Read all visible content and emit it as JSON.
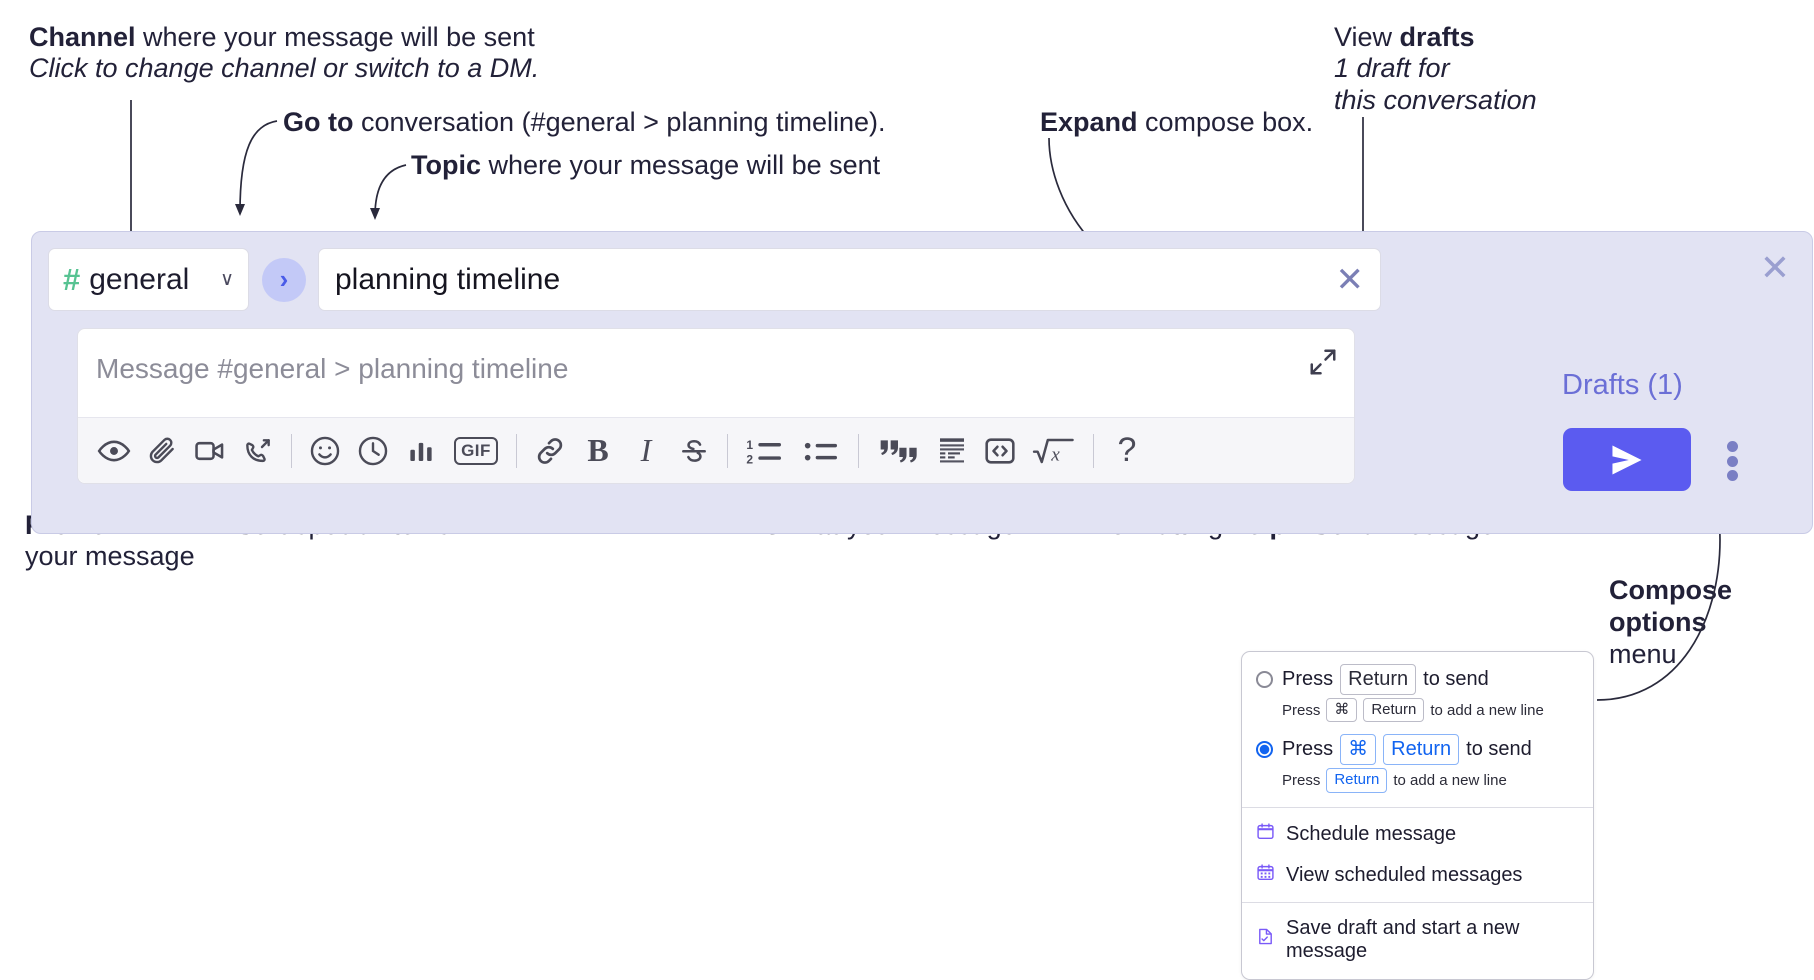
{
  "annotations": {
    "channel": {
      "bold": "Channel",
      "rest": " where your message will be sent",
      "italic": "Click to change channel or switch to a DM."
    },
    "goto": {
      "bold": "Go to",
      "rest": " conversation (#general > planning timeline)."
    },
    "topic": {
      "bold": "Topic",
      "rest": " where your message will be sent"
    },
    "expand": {
      "bold": "Expand",
      "rest": " compose box."
    },
    "drafts": {
      "plain": "View ",
      "bold": "drafts",
      "italic1": "1 draft for",
      "italic2": "this conversation"
    },
    "preview": {
      "bold": "Preview",
      "rest": "your message"
    },
    "insert": {
      "bold": "Insert",
      "rest": " special items"
    },
    "format": {
      "bold": "Format",
      "rest": " your message"
    },
    "formatting_help": {
      "plain": "Formatting ",
      "bold": "help"
    },
    "send": {
      "bold": "Send",
      "rest": " message"
    },
    "compose_options": {
      "bold1": "Compose",
      "bold2": "options",
      "rest": "menu"
    }
  },
  "composer": {
    "channel_name": "general",
    "channel_hash": "#",
    "chevron": "∨",
    "goto_chevron": "›",
    "topic_value": "planning timeline",
    "topic_clear": "✕",
    "message_placeholder": "Message #general > planning timeline",
    "drafts_label": "Drafts (1)",
    "close_label": "✕",
    "toolbar": [
      {
        "name": "preview-icon",
        "label": "Preview"
      },
      {
        "name": "attachment-icon",
        "label": "Attach file"
      },
      {
        "name": "video-icon",
        "label": "Record video clip"
      },
      {
        "name": "audio-call-icon",
        "label": "Record audio clip"
      },
      {
        "name": "separator",
        "label": ""
      },
      {
        "name": "emoji-icon",
        "label": "Emoji"
      },
      {
        "name": "clock-icon",
        "label": "Reminder"
      },
      {
        "name": "poll-icon",
        "label": "Poll"
      },
      {
        "name": "gif-icon",
        "label": "GIF"
      },
      {
        "name": "separator",
        "label": ""
      },
      {
        "name": "link-icon",
        "label": "Link"
      },
      {
        "name": "bold-icon",
        "label": "B"
      },
      {
        "name": "italic-icon",
        "label": "I"
      },
      {
        "name": "strikethrough-icon",
        "label": "Strikethrough"
      },
      {
        "name": "separator",
        "label": ""
      },
      {
        "name": "ordered-list-icon",
        "label": "Ordered list"
      },
      {
        "name": "bulleted-list-icon",
        "label": "Bulleted list"
      },
      {
        "name": "separator",
        "label": ""
      },
      {
        "name": "blockquote-icon",
        "label": "Blockquote"
      },
      {
        "name": "code-block-icon",
        "label": "Code block"
      },
      {
        "name": "inline-code-icon",
        "label": "Code"
      },
      {
        "name": "math-icon",
        "label": "Math"
      },
      {
        "name": "separator",
        "label": ""
      },
      {
        "name": "help-icon",
        "label": "?"
      }
    ]
  },
  "menu": {
    "option1": {
      "press": "Press",
      "key": "Return",
      "tail": "to send",
      "sub_press": "Press",
      "sub_key1": "⌘",
      "sub_key2": "Return",
      "sub_tail": "to add a new line",
      "selected": false
    },
    "option2": {
      "press": "Press",
      "key1": "⌘",
      "key2": "Return",
      "tail": "to send",
      "sub_press": "Press",
      "sub_key": "Return",
      "sub_tail": "to add a new line",
      "selected": true
    },
    "items": [
      {
        "icon": "calendar-icon",
        "label": "Schedule message"
      },
      {
        "icon": "calendar-grid-icon",
        "label": "View scheduled messages"
      },
      {
        "icon": "save-draft-icon",
        "label": "Save draft and start a new message"
      }
    ]
  },
  "colors": {
    "accent": "#5b5bf0",
    "composer_bg": "#e2e3f3",
    "drafts_text": "#6b6fd6",
    "hash_green": "#57c392",
    "keycap_blue": "#1264f0"
  }
}
